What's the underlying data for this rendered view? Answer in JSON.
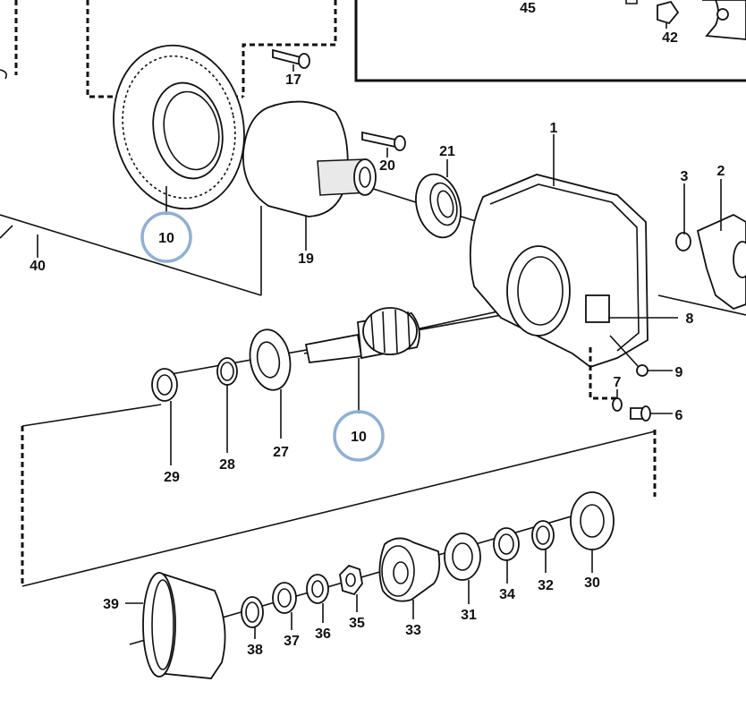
{
  "diagram": {
    "callouts": {
      "c1": "1",
      "c2": "2",
      "c3": "3",
      "c6": "6",
      "c7": "7",
      "c8": "8",
      "c9": "9",
      "c10a": "10",
      "c10b": "10",
      "c17": "17",
      "c19": "19",
      "c20": "20",
      "c21": "21",
      "c27": "27",
      "c28": "28",
      "c29": "29",
      "c30": "30",
      "c31": "31",
      "c32": "32",
      "c33": "33",
      "c34": "34",
      "c35": "35",
      "c36": "36",
      "c37": "37",
      "c38": "38",
      "c39": "39",
      "c40": "40",
      "c42": "42",
      "c45": "45"
    },
    "highlight_color": "#8fb0d6",
    "line_color": "#111111"
  }
}
